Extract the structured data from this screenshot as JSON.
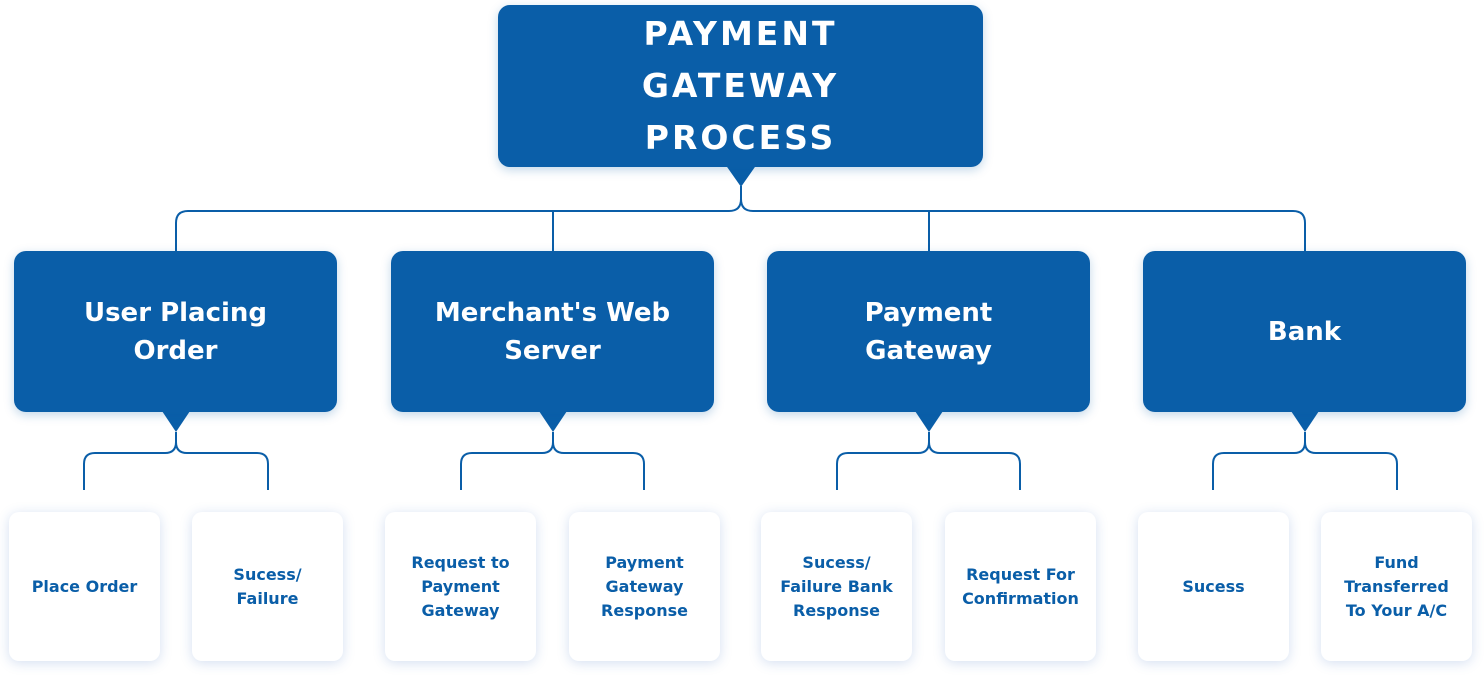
{
  "title": "PAYMENT GATEWAY PROCESS",
  "categories": [
    {
      "label": "User Placing Order",
      "children": [
        "Place Order",
        "Sucess/ Failure"
      ]
    },
    {
      "label": "Merchant's Web Server",
      "children": [
        "Request to Payment Gateway",
        "Payment Gateway Response"
      ]
    },
    {
      "label": "Payment Gateway",
      "children": [
        "Sucess/ Failure Bank Response",
        "Request For Confirmation"
      ]
    },
    {
      "label": "Bank",
      "children": [
        "Sucess",
        "Fund Transferred To Your A/C"
      ]
    }
  ],
  "colors": {
    "primary": "#0a5ea8",
    "leaf_background": "#ffffff",
    "leaf_text": "#0a5ea8"
  }
}
